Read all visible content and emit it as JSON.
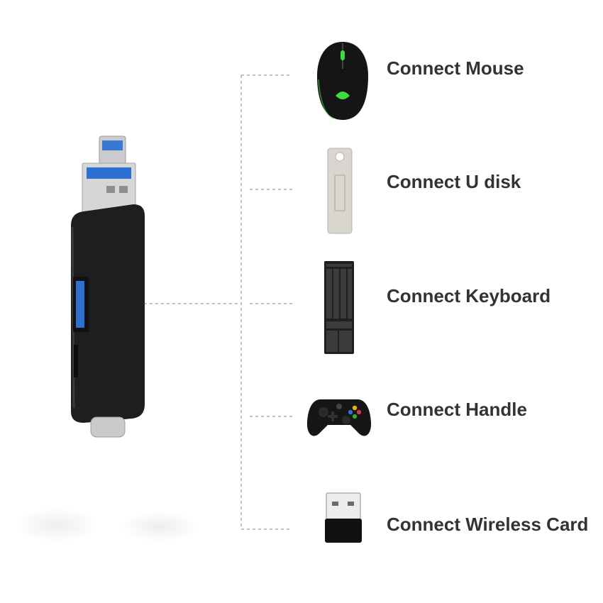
{
  "items": [
    {
      "label": "Connect Mouse",
      "icon": "mouse-icon"
    },
    {
      "label": "Connect U disk",
      "icon": "usb-flash-drive-icon"
    },
    {
      "label": "Connect Keyboard",
      "icon": "keyboard-icon"
    },
    {
      "label": "Connect Handle",
      "icon": "gamepad-icon"
    },
    {
      "label": "Connect Wireless Card",
      "icon": "wireless-adapter-icon"
    }
  ],
  "colors": {
    "text": "#333333",
    "connector_line": "#b0b0b0",
    "adapter_body": "#1e1e20",
    "usb_blue": "#2f6fd0",
    "mouse_accent": "#3ddc3d"
  }
}
